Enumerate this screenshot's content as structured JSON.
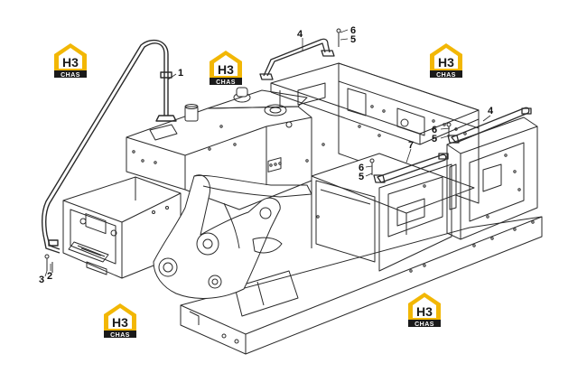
{
  "diagram": {
    "callouts": [
      "1",
      "2",
      "3",
      "4",
      "4",
      "5",
      "5",
      "5",
      "6",
      "6",
      "6",
      "7"
    ]
  },
  "watermark": {
    "mark": "H3",
    "brand": "CHAS",
    "logo_color": "#f2b705",
    "dark_color": "#1a1a1a"
  },
  "colors": {
    "line": "#2a2a2a",
    "background": "#ffffff"
  }
}
